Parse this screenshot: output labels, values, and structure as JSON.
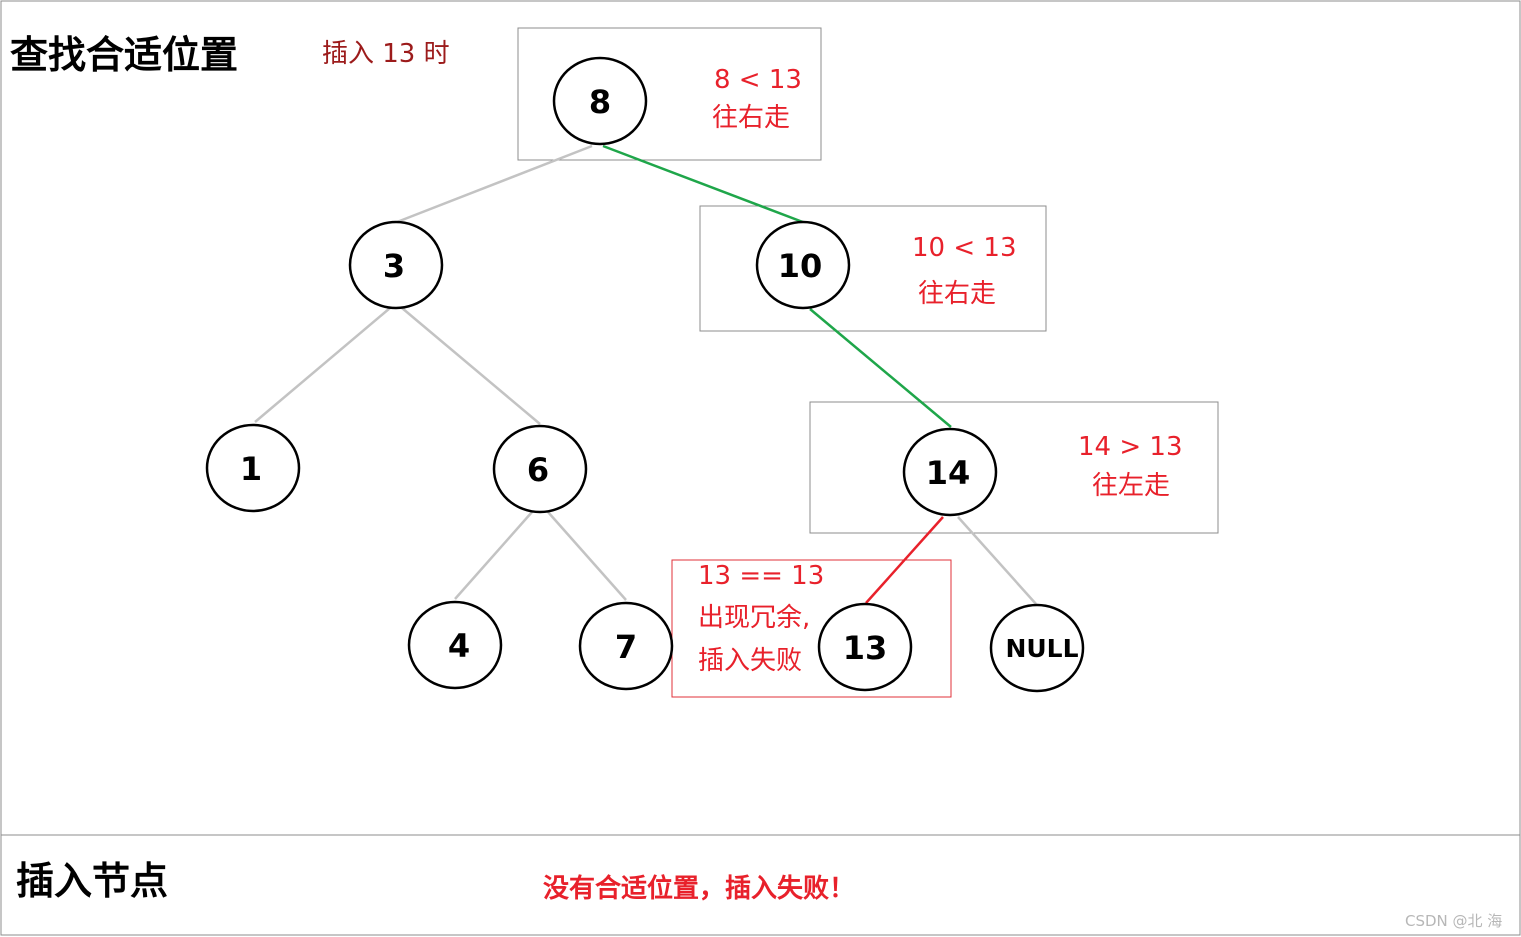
{
  "headings": {
    "find_position": "查找合适位置",
    "insert_hint": "插入 13 时",
    "insert_node": "插入节点",
    "result": "没有合适位置，插入失败！"
  },
  "nodes": {
    "n8": "8",
    "n3": "3",
    "n10": "10",
    "n1": "1",
    "n6": "6",
    "n14": "14",
    "n4": "4",
    "n7": "7",
    "n13": "13",
    "nnull": "NULL"
  },
  "notes": {
    "at8_compare": "8 < 13",
    "at8_action": "往右走",
    "at10_compare": "10 < 13",
    "at10_action": "往右走",
    "at14_compare": "14 > 13",
    "at14_action": "往左走",
    "at13_compare": "13 == 13",
    "at13_action": "出现冗余,",
    "at13_result": "插入失败"
  },
  "colors": {
    "tree_edge": "#c3c3c3",
    "search_path": "#1fa64a",
    "conflict_edge": "#e8212b",
    "note_text": "#e8212b",
    "hint_text": "#9c1b1b",
    "box_border": "#8c8c8c",
    "conflict_box_border": "#e0313a"
  },
  "watermark": "CSDN @北   海"
}
